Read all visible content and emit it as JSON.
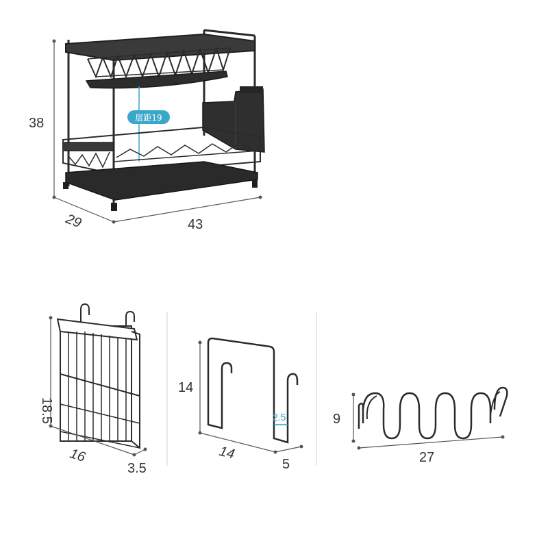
{
  "main_rack": {
    "height": "38",
    "depth": "29",
    "width": "43",
    "layer_spacing_label": "层距19"
  },
  "knife_holder": {
    "height": "18.5",
    "width": "16",
    "depth": "3.5"
  },
  "board_holder": {
    "height": "14",
    "width": "14",
    "depth": "5",
    "slot_depth": "2.5"
  },
  "cup_holder": {
    "height": "9",
    "width": "27"
  },
  "colors": {
    "rack_metal": "#2b2b2b",
    "dimension_line": "#555555",
    "tag_background": "#3aa6c9",
    "accent_teal": "#2a9fc0"
  }
}
